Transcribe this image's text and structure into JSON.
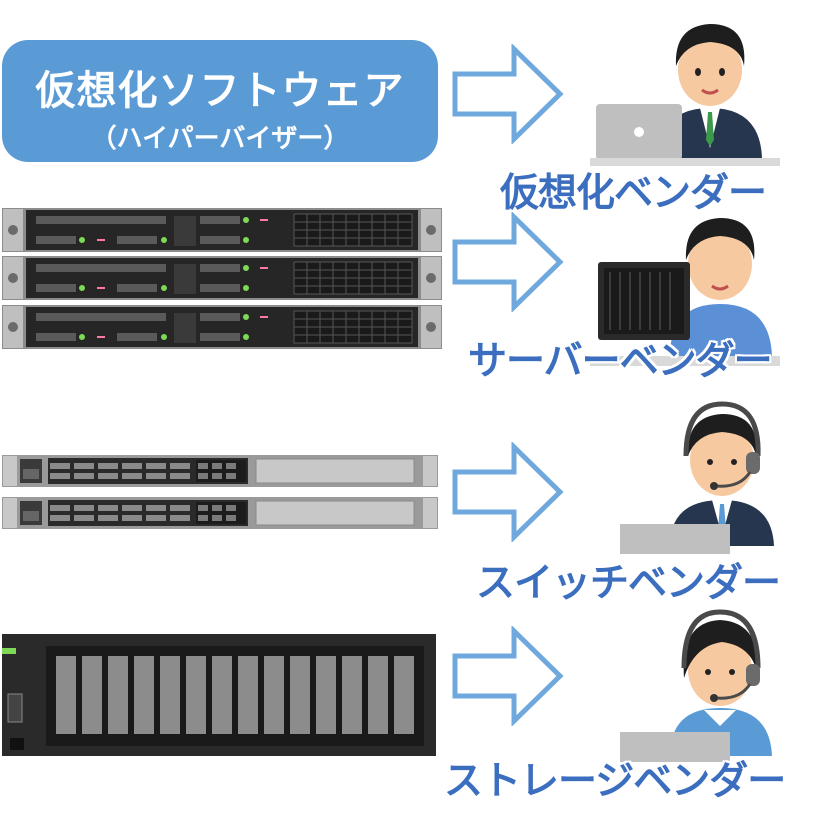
{
  "software_box": {
    "title": "仮想化ソフトウェア",
    "subtitle": "（ハイパーバイザー）"
  },
  "vendors": [
    {
      "label": "仮想化ベンダー",
      "icon": "businessman-laptop-icon"
    },
    {
      "label": "サーバーベンダー",
      "icon": "engineer-monitor-icon"
    },
    {
      "label": "スイッチベンダー",
      "icon": "support-headset-man-icon"
    },
    {
      "label": "ストレージベンダー",
      "icon": "support-headset-woman-icon"
    }
  ],
  "colors": {
    "box_fill": "#5b9bd5",
    "label_text": "#3c6ec0",
    "arrow_stroke": "#6fa8dc",
    "hardware_dark": "#2b2b2b",
    "hardware_gray": "#a6a6a6",
    "led_green": "#7ed957"
  }
}
